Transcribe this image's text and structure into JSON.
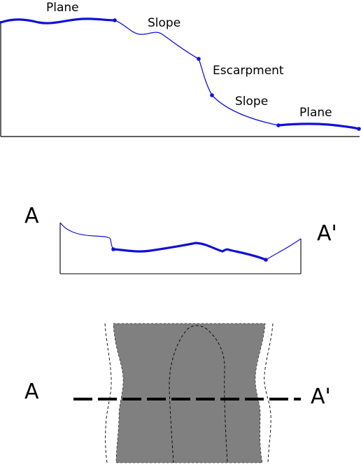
{
  "profile": {
    "labels": {
      "plane_left": "Plane",
      "slope_upper": "Slope",
      "escarpment": "Escarpment",
      "slope_lower": "Slope",
      "plane_right": "Plane"
    }
  },
  "cross_section": {
    "label_left": "A",
    "label_right": "A'"
  },
  "map_view": {
    "label_left": "A",
    "label_right": "A'"
  },
  "colors": {
    "line_blue": "#1010d8",
    "fill_gray": "#808080",
    "ink": "#000000"
  }
}
